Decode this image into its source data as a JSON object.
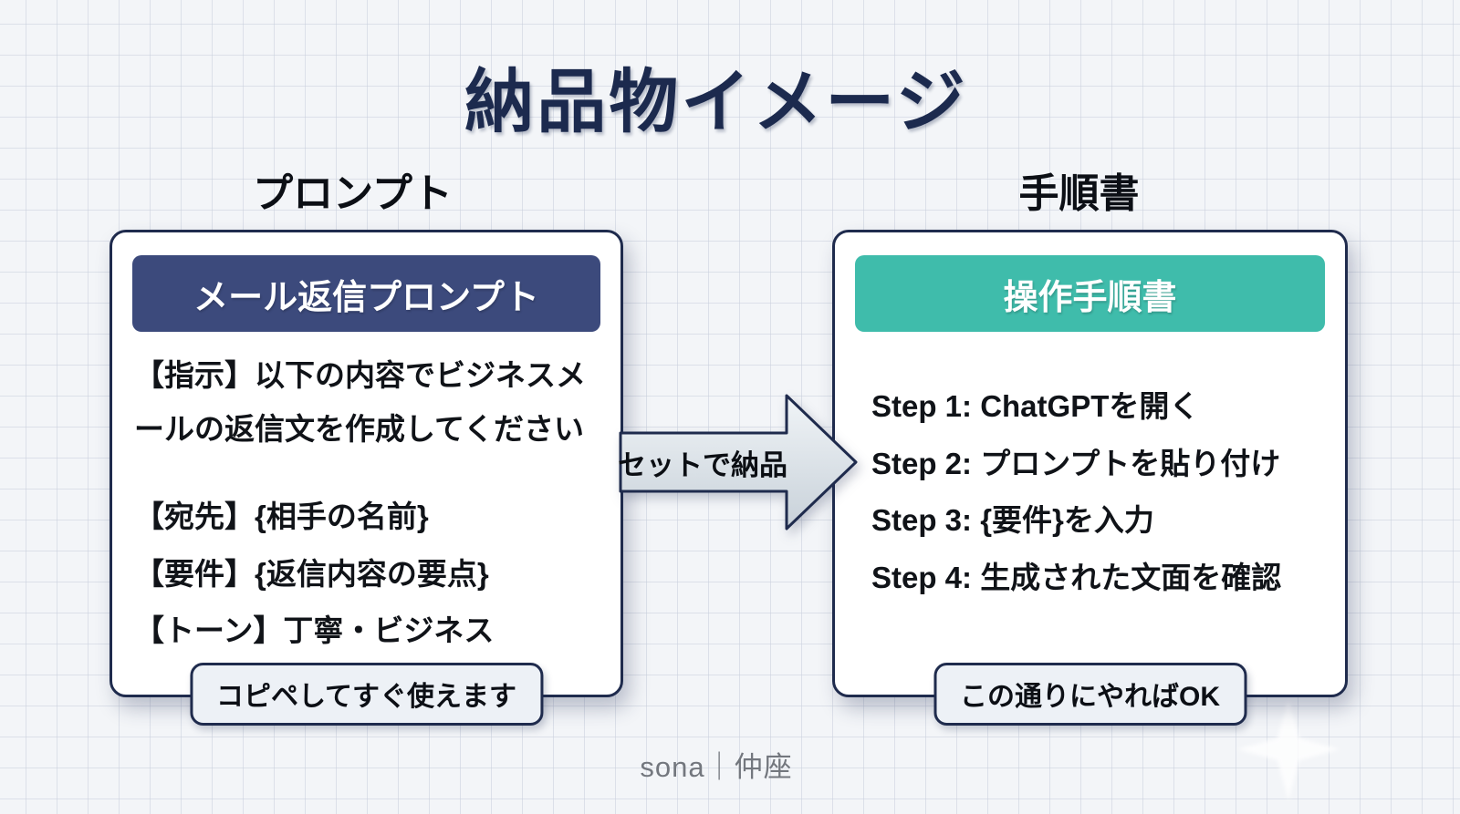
{
  "slide": {
    "title": "納品物イメージ",
    "footer": "sona｜仲座"
  },
  "arrow": {
    "label": "セットで納品"
  },
  "prompt_card": {
    "section_label": "プロンプト",
    "header": "メール返信プロンプト",
    "instruction": "【指示】以下の内容でビジネスメールの返信文を作成してください",
    "fields": [
      "【宛先】{相手の名前}",
      "【要件】{返信内容の要点}",
      "【トーン】丁寧・ビジネス"
    ],
    "badge": "コピペしてすぐ使えます"
  },
  "manual_card": {
    "section_label": "手順書",
    "header": "操作手順書",
    "steps": [
      "Step 1: ChatGPTを開く",
      "Step 2: プロンプトを貼り付け",
      "Step 3: {要件}を入力",
      "Step 4: 生成された文面を確認"
    ],
    "badge": "この通りにやればOK"
  },
  "colors": {
    "background": "#f3f5f8",
    "grid_line": "#c8d0dc",
    "title_navy": "#1c2a4e",
    "card_border_navy": "#1f2b4d",
    "prompt_header_bg": "#3c4a7c",
    "manual_header_bg": "#3fbcab",
    "badge_bg": "#edf1f6",
    "arrow_fill_light": "#f0f4f7",
    "arrow_fill_dark": "#c8d1d9",
    "footer_gray": "#73777e"
  }
}
